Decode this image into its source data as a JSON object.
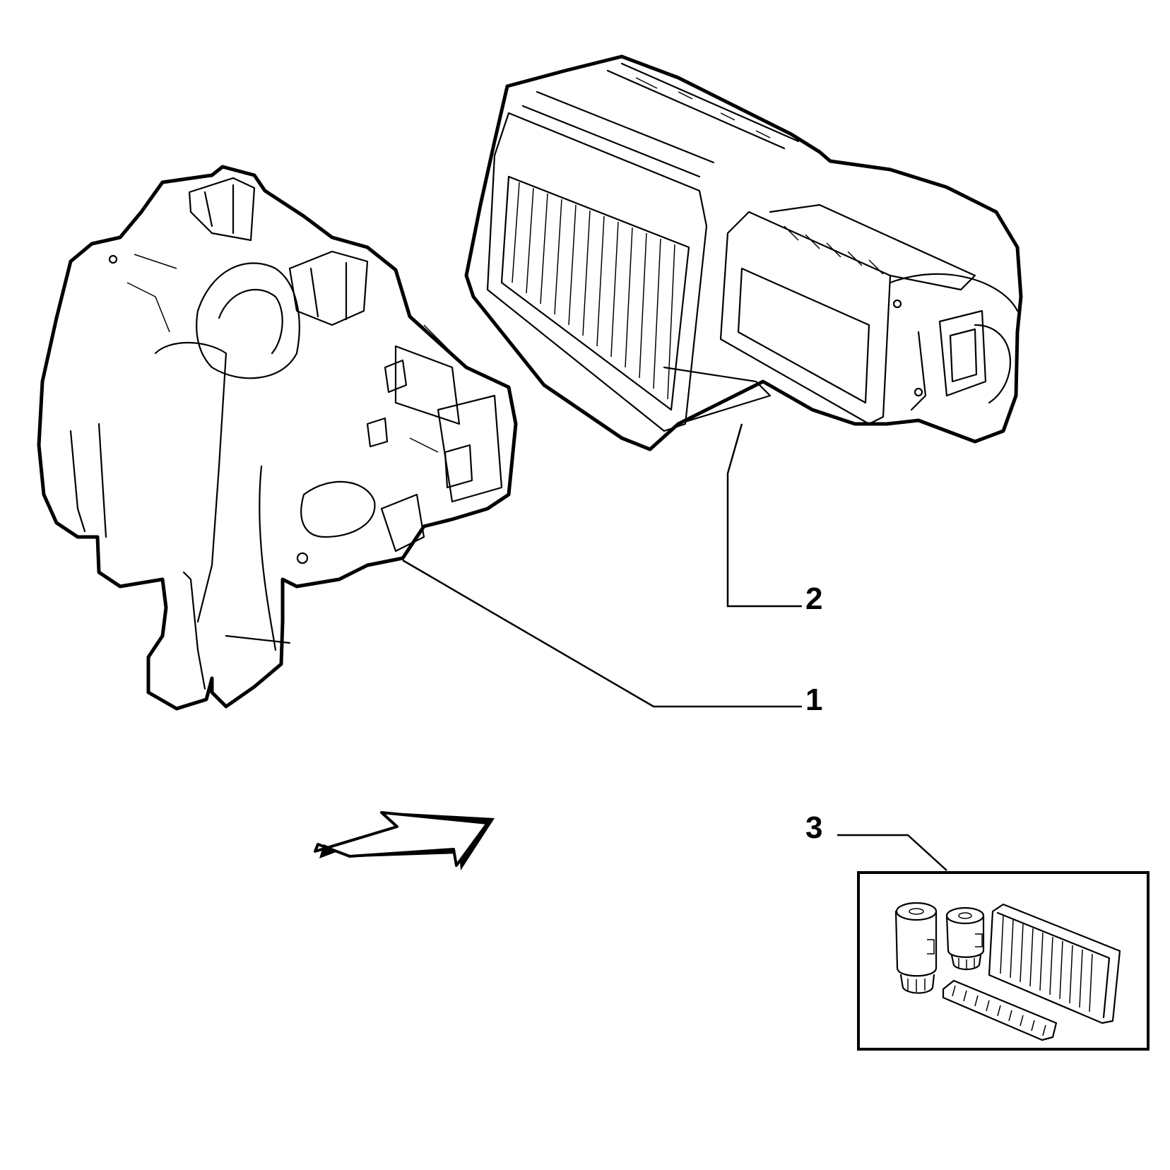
{
  "callouts": [
    {
      "id": "1",
      "label": "1"
    },
    {
      "id": "2",
      "label": "2"
    },
    {
      "id": "3",
      "label": "3"
    }
  ],
  "colors": {
    "line": "#000000",
    "background": "#ffffff"
  },
  "icons": [
    "heater-unit-illustration",
    "evaporator-housing-illustration",
    "filter-kit-illustration",
    "view-direction-arrow-icon"
  ]
}
